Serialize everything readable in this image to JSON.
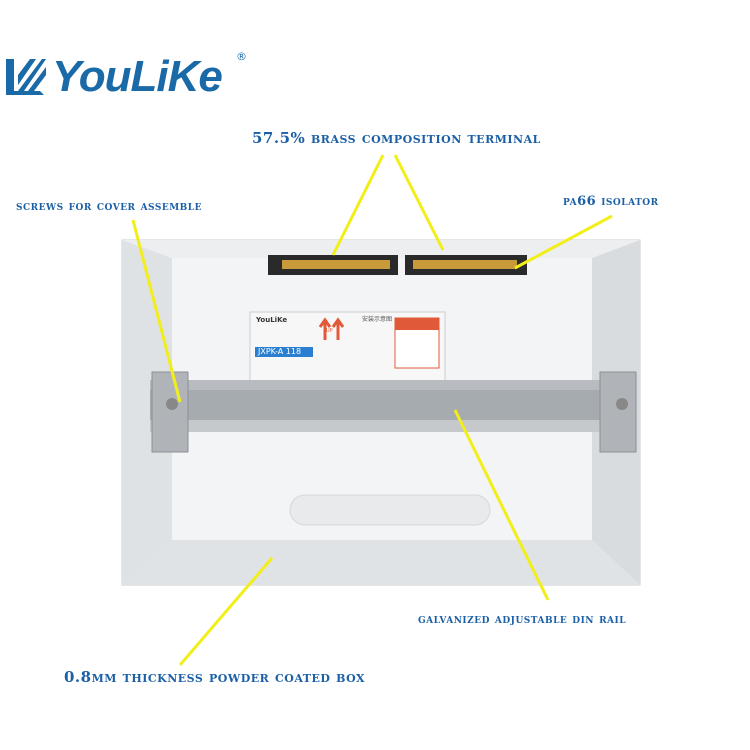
{
  "brand": {
    "name": "YouLiKe",
    "registered_mark": "®",
    "color": "#1b6aa8"
  },
  "callouts": {
    "terminal": "57.5% BRASS COMPOSITION TERMINAL",
    "screws": "SCREWS FOR COVER ASSEMBLE",
    "isolator": "PA66 ISOLATOR",
    "din_rail": "GALVANIZED ADJUSTABLE DIN RAIL",
    "box": "0.8MM THICKNESS POWDER COATED BOX"
  },
  "label_sticker": {
    "brand": "YouLiKe",
    "model": "JXPK-A 118",
    "arrow_text": "UP",
    "title": "安装示意图"
  },
  "colors": {
    "callout_text": "#1b5fa6",
    "pointer_line": "#f2ee1a"
  }
}
